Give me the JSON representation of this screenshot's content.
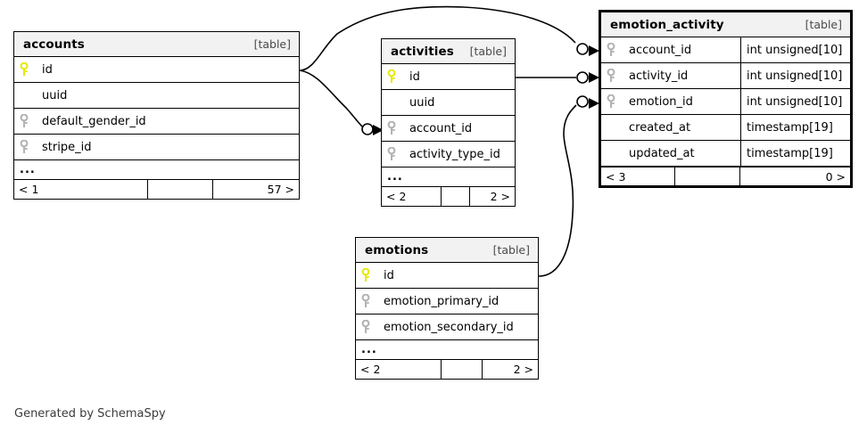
{
  "diagram": {
    "generator_note": "Generated by SchemaSpy",
    "kind_label": "[table]"
  },
  "tables": [
    {
      "id": "accounts",
      "name": "accounts",
      "kind": "[table]",
      "focus": false,
      "columns": [
        {
          "name": "id",
          "key": "primary",
          "type": ""
        },
        {
          "name": "uuid",
          "key": "none",
          "type": ""
        },
        {
          "name": "default_gender_id",
          "key": "foreign",
          "type": ""
        },
        {
          "name": "stripe_id",
          "key": "foreign",
          "type": ""
        }
      ],
      "more_indicator": "...",
      "footer": {
        "left": "< 1",
        "middle": "",
        "right": "57 >"
      }
    },
    {
      "id": "activities",
      "name": "activities",
      "kind": "[table]",
      "focus": false,
      "columns": [
        {
          "name": "id",
          "key": "primary",
          "type": ""
        },
        {
          "name": "uuid",
          "key": "none",
          "type": ""
        },
        {
          "name": "account_id",
          "key": "foreign",
          "type": ""
        },
        {
          "name": "activity_type_id",
          "key": "foreign",
          "type": ""
        }
      ],
      "more_indicator": "...",
      "footer": {
        "left": "< 2",
        "middle": "",
        "right": "2 >"
      }
    },
    {
      "id": "emotion_activity",
      "name": "emotion_activity",
      "kind": "[table]",
      "focus": true,
      "columns": [
        {
          "name": "account_id",
          "key": "foreign",
          "type": "int unsigned[10]"
        },
        {
          "name": "activity_id",
          "key": "foreign",
          "type": "int unsigned[10]"
        },
        {
          "name": "emotion_id",
          "key": "foreign",
          "type": "int unsigned[10]"
        },
        {
          "name": "created_at",
          "key": "none",
          "type": "timestamp[19]"
        },
        {
          "name": "updated_at",
          "key": "none",
          "type": "timestamp[19]"
        }
      ],
      "more_indicator": null,
      "footer": {
        "left": "< 3",
        "middle": "",
        "right": "0 >"
      }
    },
    {
      "id": "emotions",
      "name": "emotions",
      "kind": "[table]",
      "focus": false,
      "columns": [
        {
          "name": "id",
          "key": "primary",
          "type": ""
        },
        {
          "name": "emotion_primary_id",
          "key": "foreign",
          "type": ""
        },
        {
          "name": "emotion_secondary_id",
          "key": "foreign",
          "type": ""
        }
      ],
      "more_indicator": "...",
      "footer": {
        "left": "< 2",
        "middle": "",
        "right": "2 >"
      }
    }
  ],
  "relationships": [
    {
      "from": "accounts.id",
      "to": "emotion_activity.account_id"
    },
    {
      "from": "accounts.id",
      "to": "activities.account_id"
    },
    {
      "from": "activities.id",
      "to": "emotion_activity.activity_id"
    },
    {
      "from": "emotions.id",
      "to": "emotion_activity.emotion_id"
    }
  ],
  "colors": {
    "primary_key": "#e8e80f",
    "foreign_key": "#b3b3b3",
    "header_bg": "#f2f2f2",
    "border": "#000000",
    "edge": "#000000"
  }
}
